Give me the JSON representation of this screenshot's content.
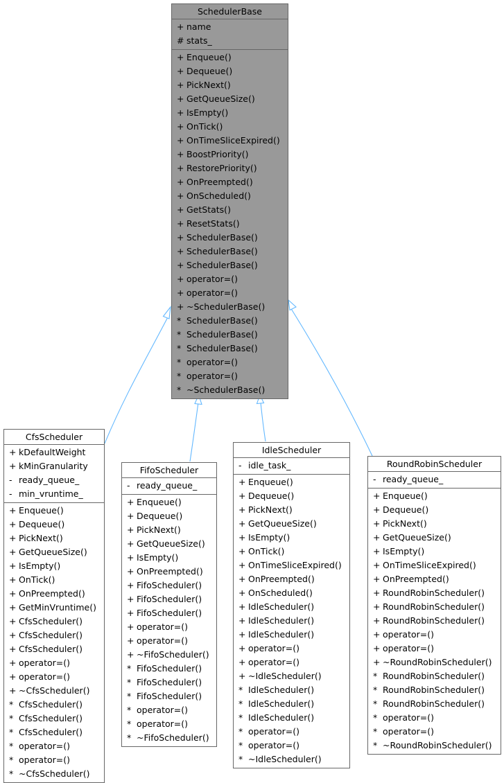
{
  "classes": [
    {
      "id": "schedulerbase",
      "name": "SchedulerBase",
      "base": true,
      "attributes": [
        {
          "vis": "+",
          "label": "name"
        },
        {
          "vis": "#",
          "label": "stats_"
        }
      ],
      "methods": [
        {
          "vis": "+",
          "label": "Enqueue()"
        },
        {
          "vis": "+",
          "label": "Dequeue()"
        },
        {
          "vis": "+",
          "label": "PickNext()"
        },
        {
          "vis": "+",
          "label": "GetQueueSize()"
        },
        {
          "vis": "+",
          "label": "IsEmpty()"
        },
        {
          "vis": "+",
          "label": "OnTick()"
        },
        {
          "vis": "+",
          "label": "OnTimeSliceExpired()"
        },
        {
          "vis": "+",
          "label": "BoostPriority()"
        },
        {
          "vis": "+",
          "label": "RestorePriority()"
        },
        {
          "vis": "+",
          "label": "OnPreempted()"
        },
        {
          "vis": "+",
          "label": "OnScheduled()"
        },
        {
          "vis": "+",
          "label": "GetStats()"
        },
        {
          "vis": "+",
          "label": "ResetStats()"
        },
        {
          "vis": "+",
          "label": "SchedulerBase()"
        },
        {
          "vis": "+",
          "label": "SchedulerBase()"
        },
        {
          "vis": "+",
          "label": "SchedulerBase()"
        },
        {
          "vis": "+",
          "label": "operator=()"
        },
        {
          "vis": "+",
          "label": "operator=()"
        },
        {
          "vis": "+",
          "label": "~SchedulerBase()"
        },
        {
          "vis": "*",
          "label": "SchedulerBase()"
        },
        {
          "vis": "*",
          "label": "SchedulerBase()"
        },
        {
          "vis": "*",
          "label": "SchedulerBase()"
        },
        {
          "vis": "*",
          "label": "operator=()"
        },
        {
          "vis": "*",
          "label": "operator=()"
        },
        {
          "vis": "*",
          "label": "~SchedulerBase()"
        }
      ]
    },
    {
      "id": "cfsscheduler",
      "name": "CfsScheduler",
      "base": false,
      "attributes": [
        {
          "vis": "+",
          "label": "kDefaultWeight"
        },
        {
          "vis": "+",
          "label": "kMinGranularity"
        },
        {
          "vis": "-",
          "label": "ready_queue_"
        },
        {
          "vis": "-",
          "label": "min_vruntime_"
        }
      ],
      "methods": [
        {
          "vis": "+",
          "label": "Enqueue()"
        },
        {
          "vis": "+",
          "label": "Dequeue()"
        },
        {
          "vis": "+",
          "label": "PickNext()"
        },
        {
          "vis": "+",
          "label": "GetQueueSize()"
        },
        {
          "vis": "+",
          "label": "IsEmpty()"
        },
        {
          "vis": "+",
          "label": "OnTick()"
        },
        {
          "vis": "+",
          "label": "OnPreempted()"
        },
        {
          "vis": "+",
          "label": "GetMinVruntime()"
        },
        {
          "vis": "+",
          "label": "CfsScheduler()"
        },
        {
          "vis": "+",
          "label": "CfsScheduler()"
        },
        {
          "vis": "+",
          "label": "CfsScheduler()"
        },
        {
          "vis": "+",
          "label": "operator=()"
        },
        {
          "vis": "+",
          "label": "operator=()"
        },
        {
          "vis": "+",
          "label": "~CfsScheduler()"
        },
        {
          "vis": "*",
          "label": "CfsScheduler()"
        },
        {
          "vis": "*",
          "label": "CfsScheduler()"
        },
        {
          "vis": "*",
          "label": "CfsScheduler()"
        },
        {
          "vis": "*",
          "label": "operator=()"
        },
        {
          "vis": "*",
          "label": "operator=()"
        },
        {
          "vis": "*",
          "label": "~CfsScheduler()"
        }
      ]
    },
    {
      "id": "fifoscheduler",
      "name": "FifoScheduler",
      "base": false,
      "attributes": [
        {
          "vis": "-",
          "label": "ready_queue_"
        }
      ],
      "methods": [
        {
          "vis": "+",
          "label": "Enqueue()"
        },
        {
          "vis": "+",
          "label": "Dequeue()"
        },
        {
          "vis": "+",
          "label": "PickNext()"
        },
        {
          "vis": "+",
          "label": "GetQueueSize()"
        },
        {
          "vis": "+",
          "label": "IsEmpty()"
        },
        {
          "vis": "+",
          "label": "OnPreempted()"
        },
        {
          "vis": "+",
          "label": "FifoScheduler()"
        },
        {
          "vis": "+",
          "label": "FifoScheduler()"
        },
        {
          "vis": "+",
          "label": "FifoScheduler()"
        },
        {
          "vis": "+",
          "label": "operator=()"
        },
        {
          "vis": "+",
          "label": "operator=()"
        },
        {
          "vis": "+",
          "label": "~FifoScheduler()"
        },
        {
          "vis": "*",
          "label": "FifoScheduler()"
        },
        {
          "vis": "*",
          "label": "FifoScheduler()"
        },
        {
          "vis": "*",
          "label": "FifoScheduler()"
        },
        {
          "vis": "*",
          "label": "operator=()"
        },
        {
          "vis": "*",
          "label": "operator=()"
        },
        {
          "vis": "*",
          "label": "~FifoScheduler()"
        }
      ]
    },
    {
      "id": "idlescheduler",
      "name": "IdleScheduler",
      "base": false,
      "attributes": [
        {
          "vis": "-",
          "label": "idle_task_"
        }
      ],
      "methods": [
        {
          "vis": "+",
          "label": "Enqueue()"
        },
        {
          "vis": "+",
          "label": "Dequeue()"
        },
        {
          "vis": "+",
          "label": "PickNext()"
        },
        {
          "vis": "+",
          "label": "GetQueueSize()"
        },
        {
          "vis": "+",
          "label": "IsEmpty()"
        },
        {
          "vis": "+",
          "label": "OnTick()"
        },
        {
          "vis": "+",
          "label": "OnTimeSliceExpired()"
        },
        {
          "vis": "+",
          "label": "OnPreempted()"
        },
        {
          "vis": "+",
          "label": "OnScheduled()"
        },
        {
          "vis": "+",
          "label": "IdleScheduler()"
        },
        {
          "vis": "+",
          "label": "IdleScheduler()"
        },
        {
          "vis": "+",
          "label": "IdleScheduler()"
        },
        {
          "vis": "+",
          "label": "operator=()"
        },
        {
          "vis": "+",
          "label": "operator=()"
        },
        {
          "vis": "+",
          "label": "~IdleScheduler()"
        },
        {
          "vis": "*",
          "label": "IdleScheduler()"
        },
        {
          "vis": "*",
          "label": "IdleScheduler()"
        },
        {
          "vis": "*",
          "label": "IdleScheduler()"
        },
        {
          "vis": "*",
          "label": "operator=()"
        },
        {
          "vis": "*",
          "label": "operator=()"
        },
        {
          "vis": "*",
          "label": "~IdleScheduler()"
        }
      ]
    },
    {
      "id": "roundrobinscheduler",
      "name": "RoundRobinScheduler",
      "base": false,
      "attributes": [
        {
          "vis": "-",
          "label": "ready_queue_"
        }
      ],
      "methods": [
        {
          "vis": "+",
          "label": "Enqueue()"
        },
        {
          "vis": "+",
          "label": "Dequeue()"
        },
        {
          "vis": "+",
          "label": "PickNext()"
        },
        {
          "vis": "+",
          "label": "GetQueueSize()"
        },
        {
          "vis": "+",
          "label": "IsEmpty()"
        },
        {
          "vis": "+",
          "label": "OnTimeSliceExpired()"
        },
        {
          "vis": "+",
          "label": "OnPreempted()"
        },
        {
          "vis": "+",
          "label": "RoundRobinScheduler()"
        },
        {
          "vis": "+",
          "label": "RoundRobinScheduler()"
        },
        {
          "vis": "+",
          "label": "RoundRobinScheduler()"
        },
        {
          "vis": "+",
          "label": "operator=()"
        },
        {
          "vis": "+",
          "label": "operator=()"
        },
        {
          "vis": "+",
          "label": "~RoundRobinScheduler()"
        },
        {
          "vis": "*",
          "label": "RoundRobinScheduler()"
        },
        {
          "vis": "*",
          "label": "RoundRobinScheduler()"
        },
        {
          "vis": "*",
          "label": "RoundRobinScheduler()"
        },
        {
          "vis": "*",
          "label": "operator=()"
        },
        {
          "vis": "*",
          "label": "operator=()"
        },
        {
          "vis": "*",
          "label": "~RoundRobinScheduler()"
        }
      ]
    }
  ],
  "inheritance": [
    {
      "from": "cfsscheduler",
      "to": "schedulerbase"
    },
    {
      "from": "fifoscheduler",
      "to": "schedulerbase"
    },
    {
      "from": "idlescheduler",
      "to": "schedulerbase"
    },
    {
      "from": "roundrobinscheduler",
      "to": "schedulerbase"
    }
  ],
  "colors": {
    "edge": "#63b8ff",
    "border": "#666666",
    "base_fill": "#999999",
    "derived_fill": "#ffffff"
  }
}
